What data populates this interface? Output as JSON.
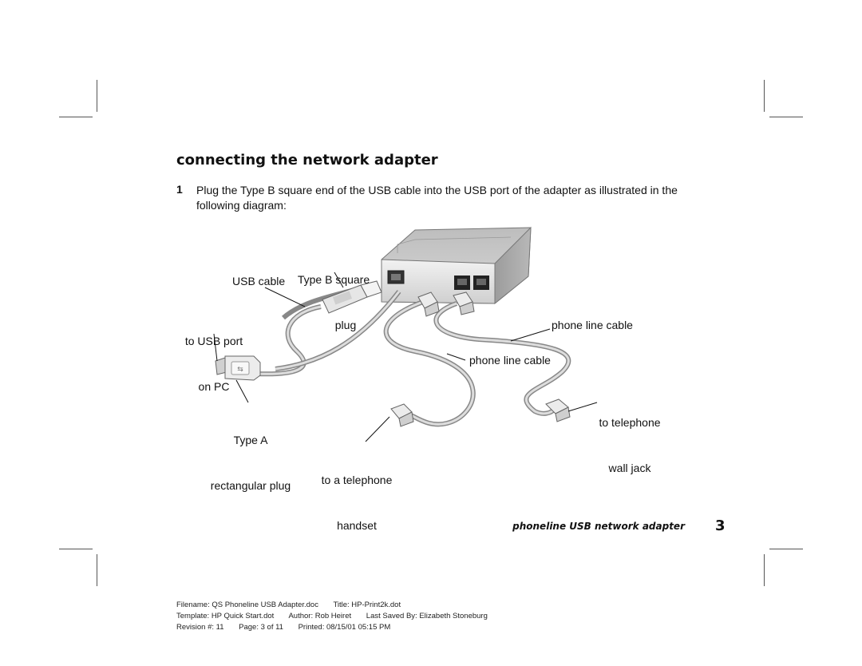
{
  "heading": "connecting the network adapter",
  "step": {
    "number": "1",
    "text": "Plug the Type B square end of the USB cable into the USB port of the adapter as illustrated in the following diagram:"
  },
  "diagram": {
    "labels": {
      "type_b_line1": "Type B square",
      "type_b_line2": "plug",
      "usb_cable": "USB cable",
      "usb_port_line1": "to USB port",
      "usb_port_line2": "on PC",
      "type_a_line1": "Type A",
      "type_a_line2": "rectangular plug",
      "handset_line1": "to a telephone",
      "handset_line2": "handset",
      "phone_cable_1": "phone line cable",
      "phone_cable_2": "phone line cable",
      "wall_jack_line1": "to telephone",
      "wall_jack_line2": "wall jack"
    }
  },
  "footer": {
    "running_title": "phoneline USB network adapter",
    "page_number": "3",
    "filename": "Filename: QS Phoneline USB Adapter.doc",
    "title": "Title: HP-Print2k.dot",
    "template": "Template: HP Quick Start.dot",
    "author": "Author: Rob Heiret",
    "last_saved": "Last Saved By: Elizabeth Stoneburg",
    "revision": "Revision #: 11",
    "page": "Page: 3 of 11",
    "printed": "Printed: 08/15/01 05:15 PM"
  }
}
